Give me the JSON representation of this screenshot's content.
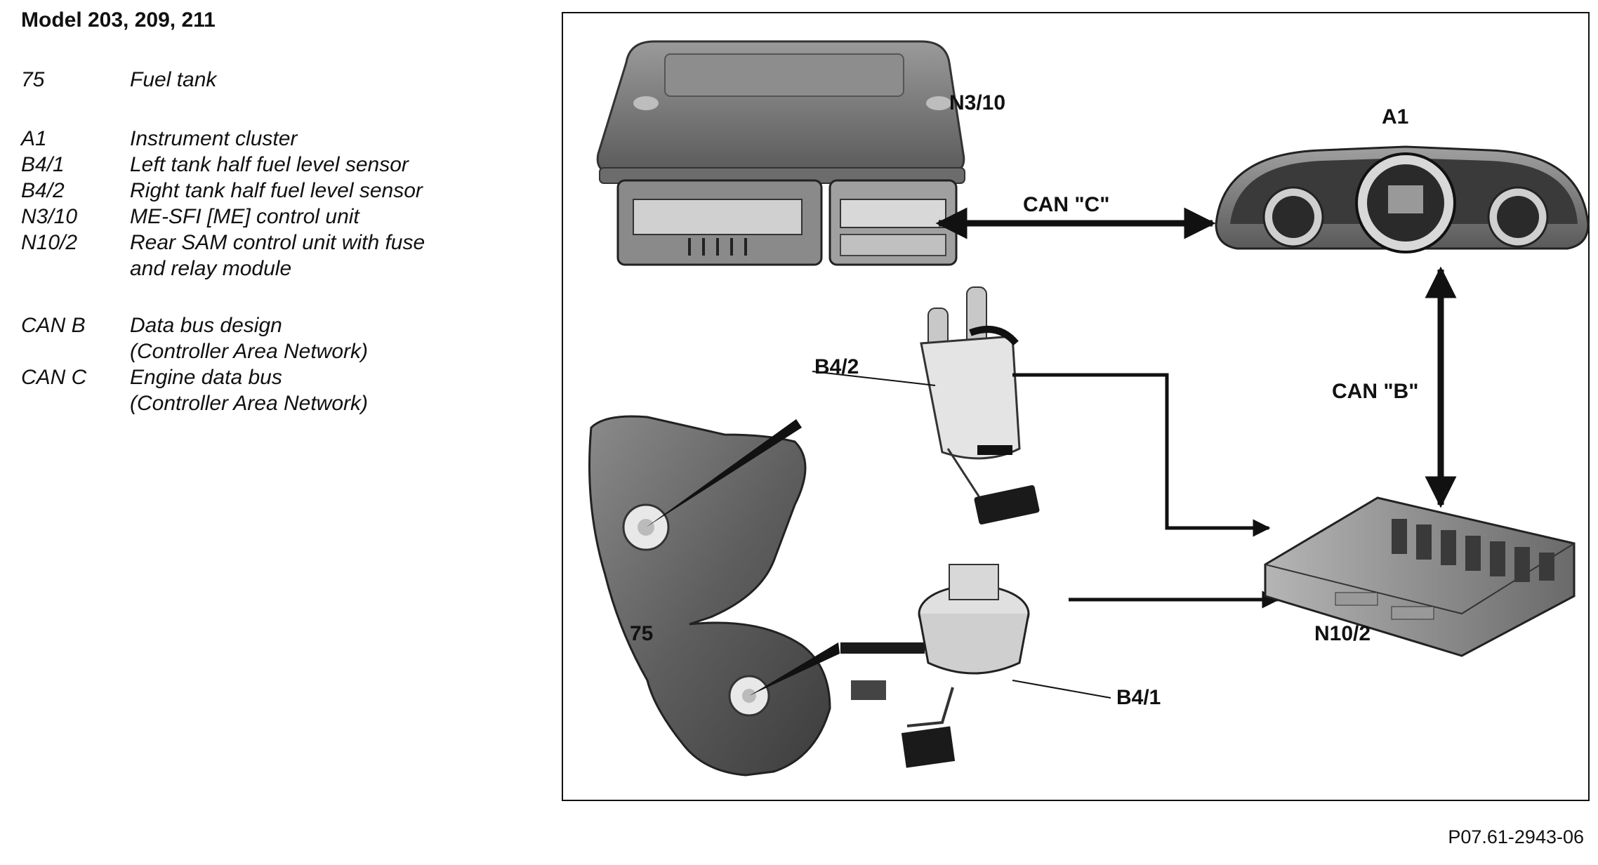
{
  "title": "Model 203, 209, 211",
  "legend": [
    {
      "code": "75",
      "lines": [
        "Fuel tank"
      ]
    },
    {
      "code": "A1",
      "lines": [
        "Instrument cluster"
      ]
    },
    {
      "code": "B4/1",
      "lines": [
        "Left tank half fuel level sensor"
      ]
    },
    {
      "code": "B4/2",
      "lines": [
        "Right tank half fuel level sensor"
      ]
    },
    {
      "code": "N3/10",
      "lines": [
        "ME-SFI [ME] control unit"
      ]
    },
    {
      "code": "N10/2",
      "lines": [
        "Rear SAM control unit with fuse",
        "and relay module"
      ]
    },
    {
      "code": "CAN B",
      "lines": [
        "Data bus design",
        "(Controller  Area  Network)"
      ]
    },
    {
      "code": "CAN C",
      "lines": [
        "Engine data bus",
        "(Controller  Area  Network)"
      ]
    }
  ],
  "diagram": {
    "labels": {
      "control_unit": "N3/10",
      "cluster": "A1",
      "can_c": "CAN \"C\"",
      "can_b": "CAN \"B\"",
      "right_sensor": "B4/2",
      "left_sensor": "B4/1",
      "tank": "75",
      "sam": "N10/2"
    }
  },
  "doc_ref": "P07.61-2943-06"
}
